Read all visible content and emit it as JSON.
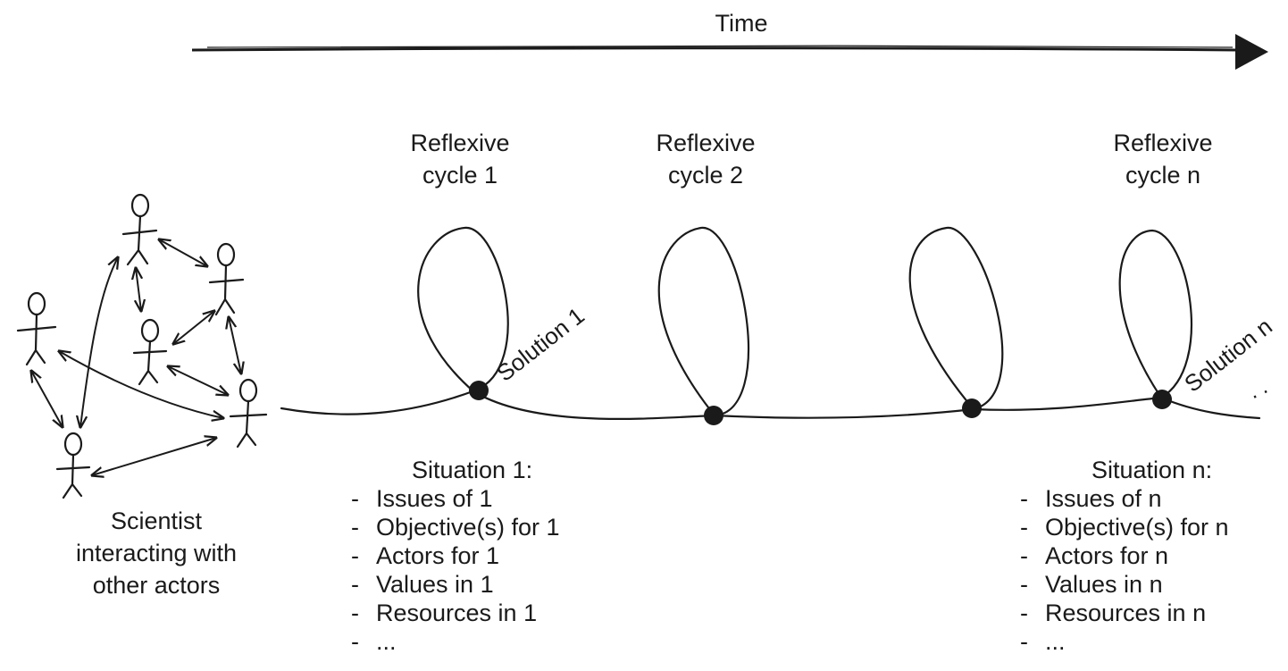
{
  "time_label": "Time",
  "cycles": [
    {
      "line1": "Reflexive",
      "line2": "cycle 1"
    },
    {
      "line1": "Reflexive",
      "line2": "cycle 2"
    },
    {
      "line1": "Reflexive",
      "line2": "cycle n"
    }
  ],
  "solutions": [
    "Solution 1",
    "Solution n"
  ],
  "trailing_dots": ". .",
  "scientist_caption": [
    "Scientist",
    "interacting with",
    "other actors"
  ],
  "situation_1": {
    "title": "Situation 1:",
    "items": [
      "Issues of 1",
      "Objective(s) for 1",
      "Actors for 1",
      "Values in 1",
      "Resources in 1",
      "..."
    ]
  },
  "situation_n": {
    "title": "Situation n:",
    "items": [
      "Issues of n",
      "Objective(s) for n",
      "Actors for n",
      "Values in n",
      "Resources in n",
      "..."
    ]
  },
  "colors": {
    "ink": "#1a1a1a",
    "background": "#ffffff"
  }
}
